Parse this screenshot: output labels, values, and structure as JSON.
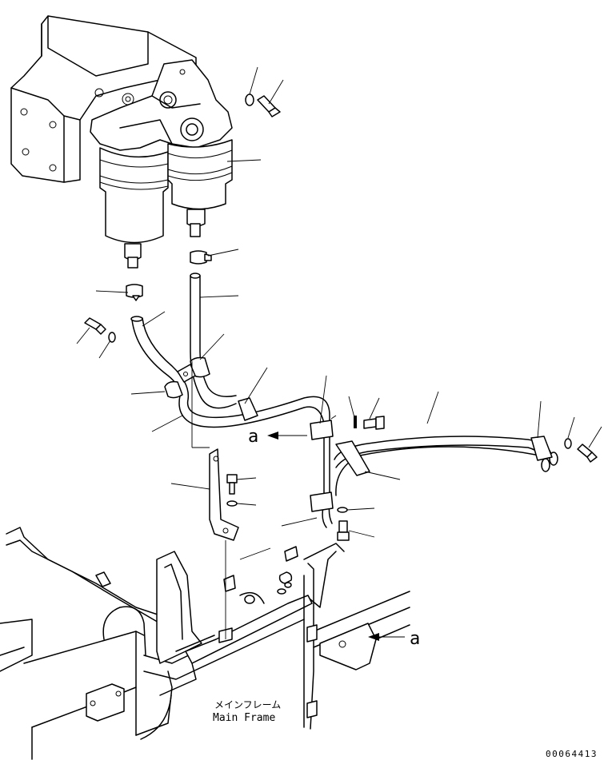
{
  "view_label_a": "a",
  "frame_label_jp": "メインフレーム",
  "frame_label_en": "Main Frame",
  "drawing_code": "00064413"
}
